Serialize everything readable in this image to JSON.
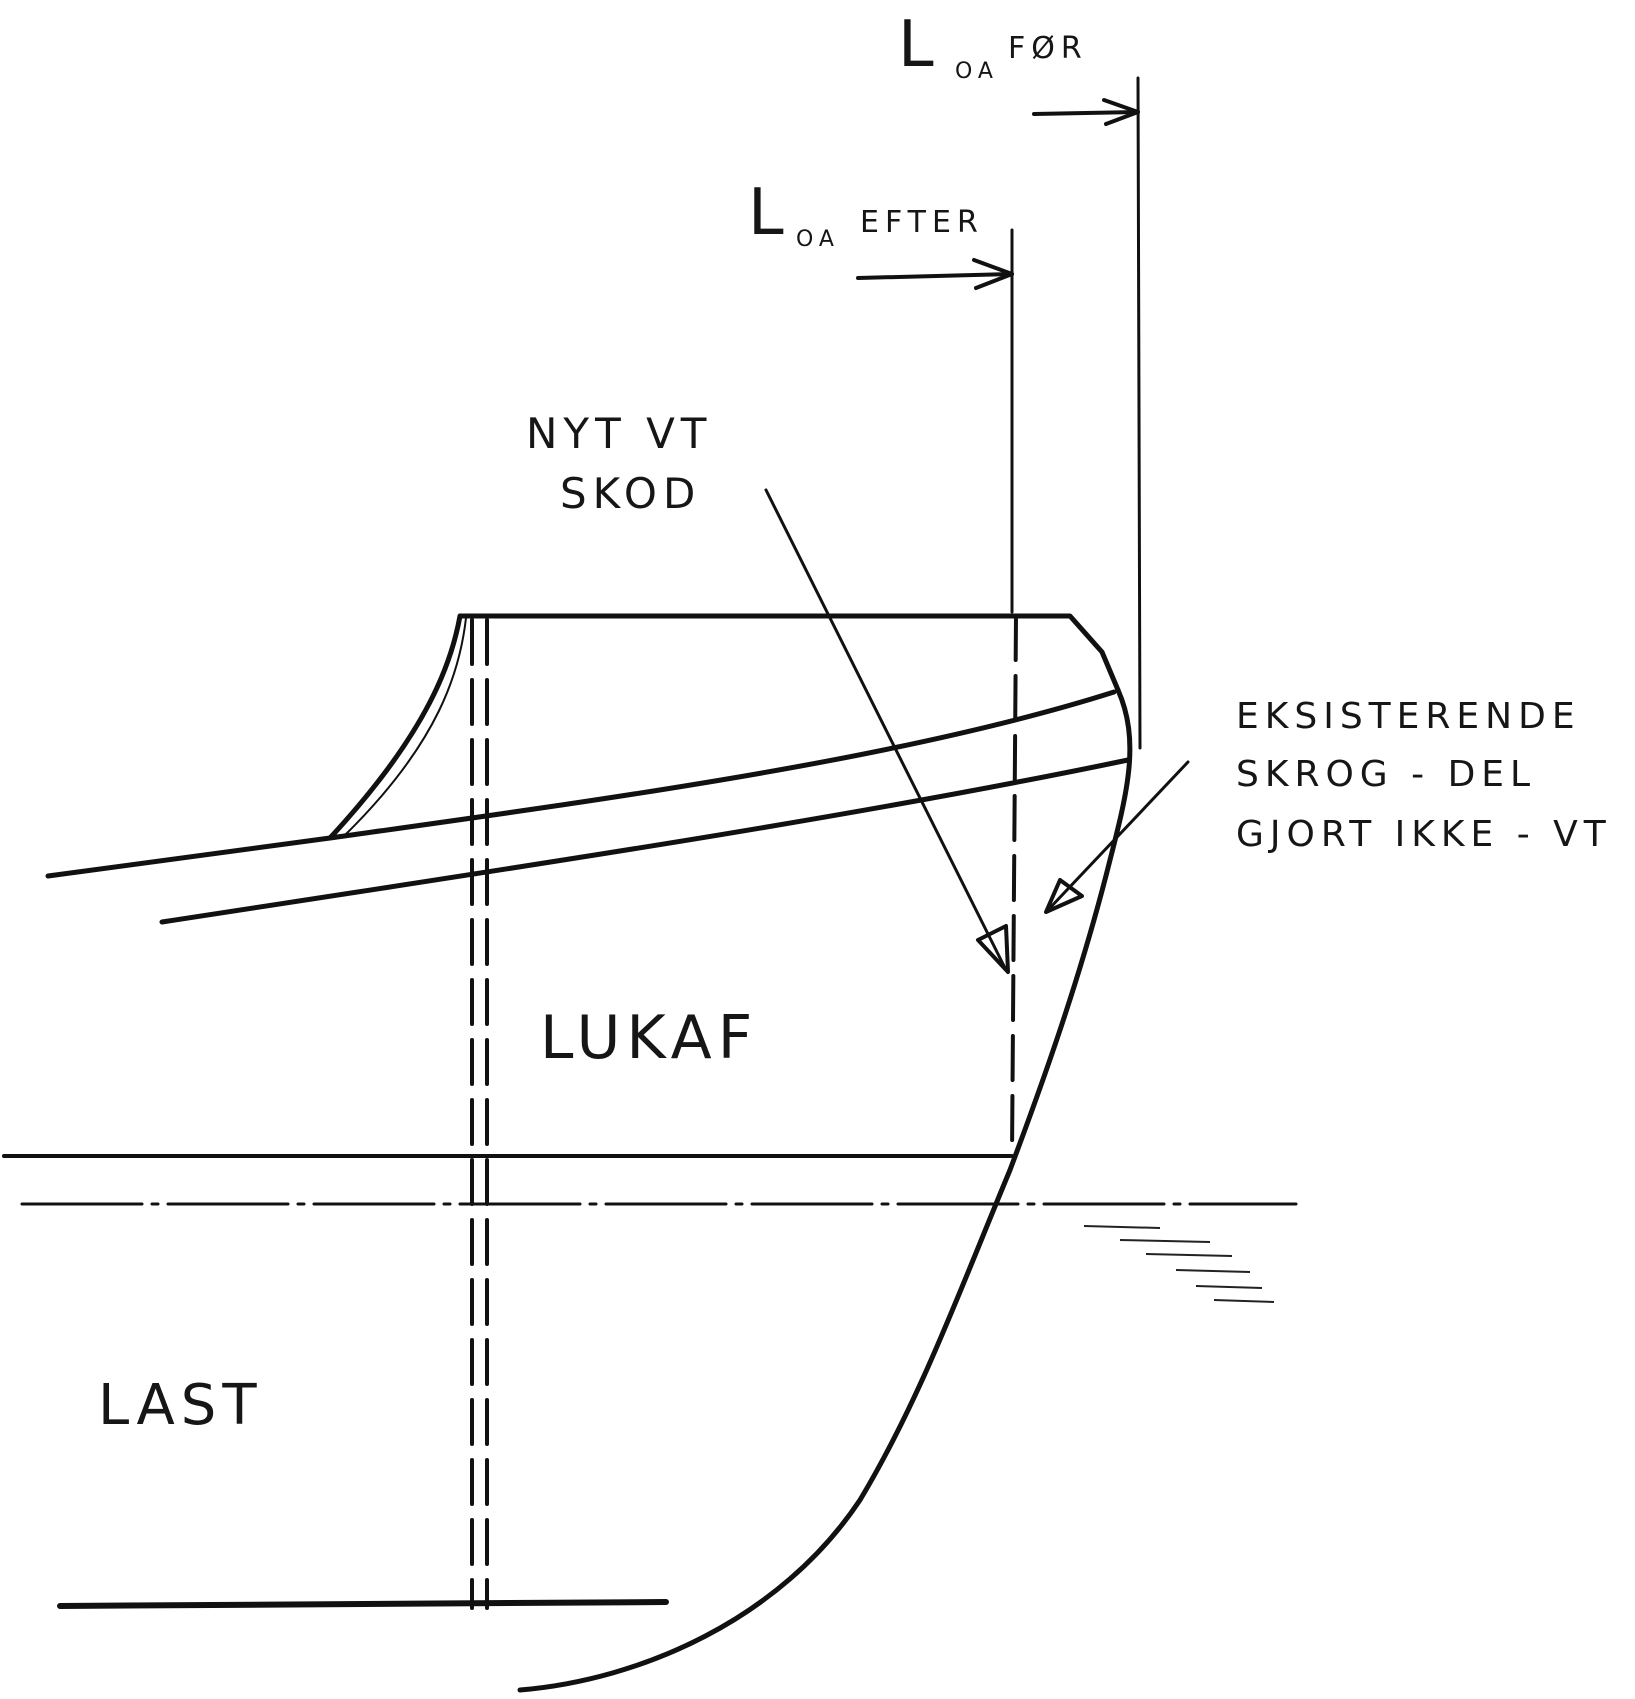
{
  "labels": {
    "loa_for_main": "L",
    "loa_for_sub": "OA",
    "loa_for_word": "FØR",
    "loa_efter_main": "L",
    "loa_efter_sub": "OA",
    "loa_efter_word": "EFTER",
    "nyt_line1": "NYT VT",
    "nyt_line2": "SKOD",
    "eks_line1": "EKSISTERENDE",
    "eks_line2": "SKROG - DEL",
    "eks_line3": "GJORT IKKE - VT",
    "lukaf": "LUKAF",
    "last": "LAST"
  },
  "colors": {
    "ink": "#111111",
    "paper": "#ffffff"
  }
}
